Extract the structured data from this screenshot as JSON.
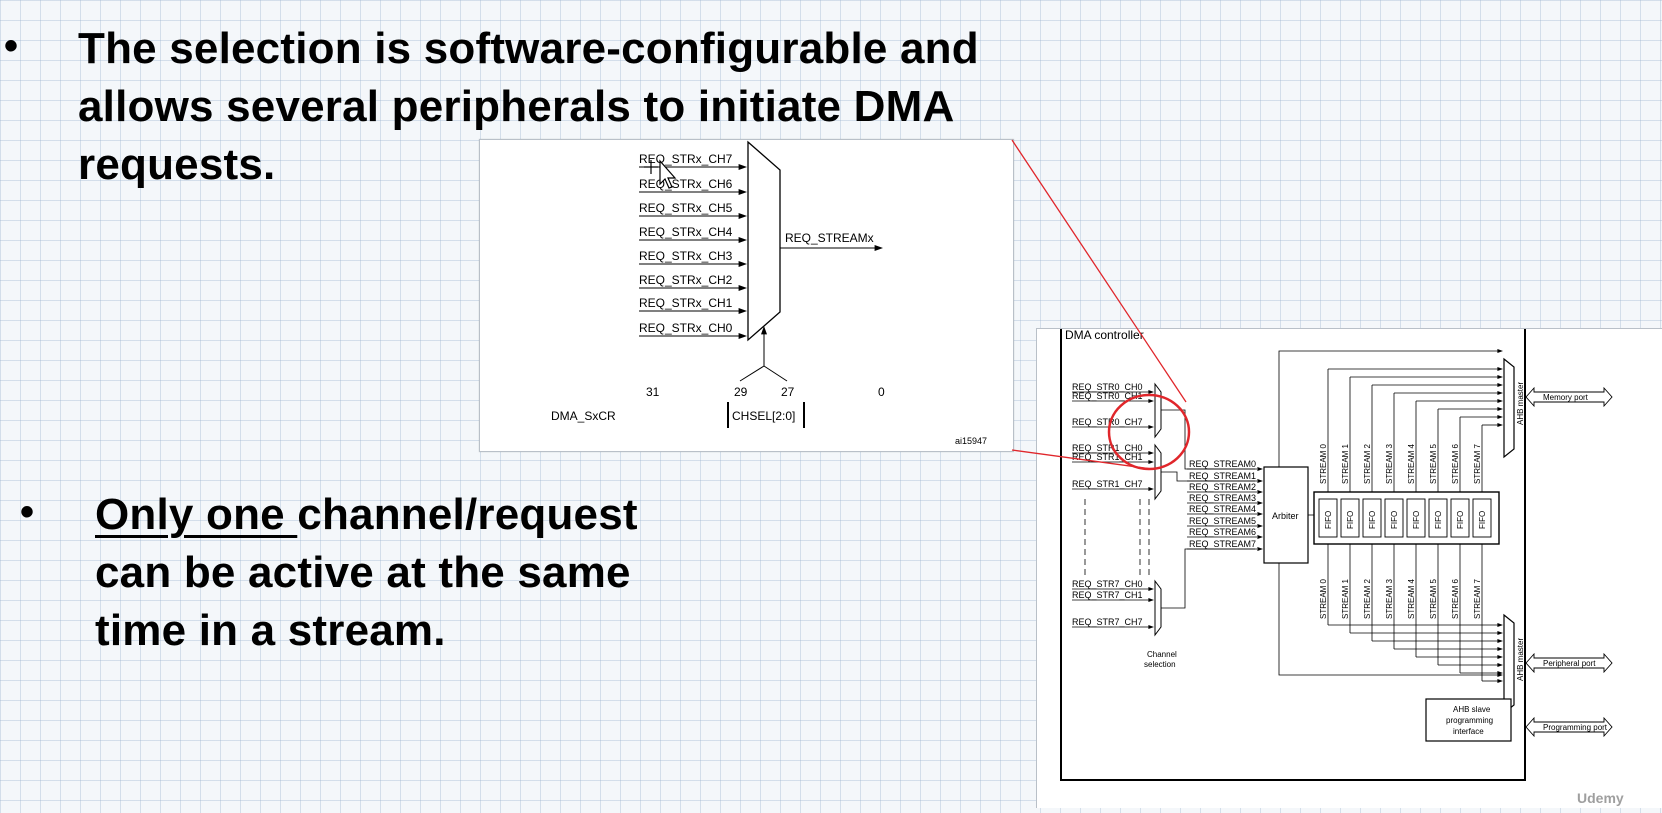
{
  "slide": {
    "bullet_1": "The selection is software-configurable and",
    "bullet_1_line2": "allows several peripherals to initiate DMA",
    "bullet_1_line3": "requests.",
    "bullet_2_underlined": "Only one ",
    "bullet_2_rest": "channel/request",
    "bullet_2_line2": "can be active at the same",
    "bullet_2_line3": "time in a stream.",
    "bullet_glyph": "•"
  },
  "mux_diagram": {
    "inputs": [
      "REQ_STRx_CH7",
      "REQ_STRx_CH6",
      "REQ_STRx_CH5",
      "REQ_STRx_CH4",
      "REQ_STRx_CH3",
      "REQ_STRx_CH2",
      "REQ_STRx_CH1",
      "REQ_STRx_CH0"
    ],
    "output": "REQ_STREAMx",
    "register": "DMA_SxCR",
    "bits": [
      "31",
      "29",
      "27",
      "0"
    ],
    "field": "CHSEL[2:0]",
    "figure_id": "ai15947"
  },
  "dma_diagram": {
    "title": "DMA controller",
    "group0": [
      "REQ_STR0_CH0",
      "REQ_STR0_CH1",
      "REQ_STR0_CH7"
    ],
    "group1": [
      "REQ_STR1_CH0",
      "REQ_STR1_CH1",
      "REQ_STR1_CH7"
    ],
    "group7": [
      "REQ_STR7_CH0",
      "REQ_STR7_CH1",
      "REQ_STR7_CH7"
    ],
    "streams_req": [
      "REQ_STREAM0",
      "REQ_STREAM1",
      "REQ_STREAM2",
      "REQ_STREAM3",
      "REQ_STREAM4",
      "REQ_STREAM5",
      "REQ_STREAM6",
      "REQ_STREAM7"
    ],
    "arbiter": "Arbiter",
    "fifo": "FIFO",
    "stream_labels": [
      "STREAM 0",
      "STREAM 1",
      "STREAM 2",
      "STREAM 3",
      "STREAM 4",
      "STREAM 5",
      "STREAM 6",
      "STREAM 7"
    ],
    "ahb_master": "AHB master",
    "memory_port": "Memory port",
    "peripheral_port": "Peripheral port",
    "programming_port": "Programming port",
    "ahb_slave_line1": "AHB slave",
    "ahb_slave_line2": "programming",
    "ahb_slave_line3": "interface",
    "channel_selection_line1": "Channel",
    "channel_selection_line2": "selection"
  },
  "watermark": "Udemy",
  "colors": {
    "highlight": "#e0262b"
  }
}
